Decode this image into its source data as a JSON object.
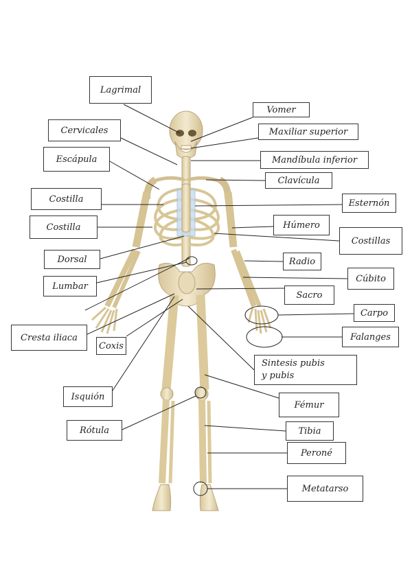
{
  "labels": {
    "lagrimal": "Lagrimal",
    "vomer": "Vomer",
    "cervicales": "Cervicales",
    "maxiliar_superior": "Maxiliar superior",
    "escapula": "Escápula",
    "mandibula_inferior": "Mandíbula inferior",
    "clavicula": "Clavícula",
    "costilla_1": "Costilla",
    "esternon": "Esternón",
    "costilla_2": "Costilla",
    "humero": "Húmero",
    "costillas": "Costillas",
    "dorsal": "Dorsal",
    "radio": "Radio",
    "lumbar": "Lumbar",
    "cubito": "Cúbito",
    "sacro": "Sacro",
    "carpo": "Carpo",
    "cresta_iliaca": "Cresta iliaca",
    "coxis": "Coxis",
    "falanges": "Falanges",
    "sintesis_line1": "Sintesis pubis",
    "sintesis_line2": "y pubis",
    "isquion": "Isquión",
    "femur": "Fémur",
    "rotula": "Rótula",
    "tibia": "Tibia",
    "perone": "Peroné",
    "metatarso": "Metatarso"
  },
  "colors": {
    "bone": "#efe4c8",
    "bone_shade": "#d2bf92",
    "cartilage": "#b9d3ea",
    "line": "#222222"
  }
}
